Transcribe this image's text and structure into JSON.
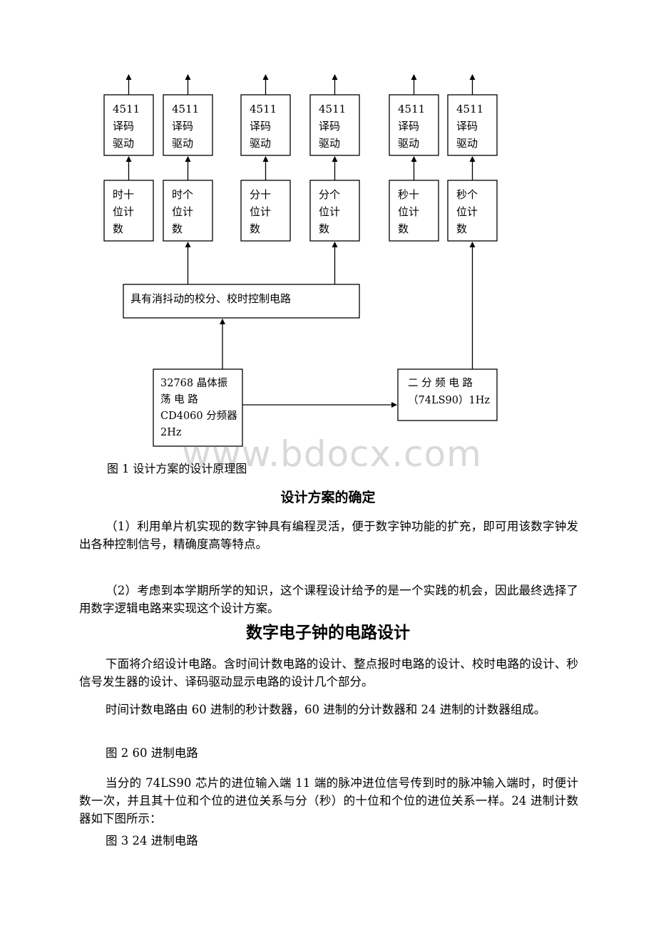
{
  "diagram": {
    "decoders": [
      {
        "label": [
          "4511",
          "译码",
          "驱动"
        ]
      },
      {
        "label": [
          "4511",
          "译码",
          "驱动"
        ]
      },
      {
        "label": [
          "4511",
          "译码",
          "驱动"
        ]
      },
      {
        "label": [
          "4511",
          "译码",
          "驱动"
        ]
      },
      {
        "label": [
          "4511",
          "译码",
          "驱动"
        ]
      },
      {
        "label": [
          "4511",
          "译码",
          "驱动"
        ]
      }
    ],
    "counters": [
      {
        "label": [
          "时十",
          "位计",
          "数"
        ]
      },
      {
        "label": [
          "时个",
          "位计",
          "数"
        ]
      },
      {
        "label": [
          "分十",
          "位计",
          "数"
        ]
      },
      {
        "label": [
          "分个",
          "位计",
          "数"
        ]
      },
      {
        "label": [
          "秒十",
          "位计",
          "数"
        ]
      },
      {
        "label": [
          "秒个",
          "位计",
          "数"
        ]
      }
    ],
    "control_label": "具有消抖动的校分、校时控制电路",
    "oscillator_label": [
      "32768 晶体振",
      "荡 电 路",
      "CD4060 分频器",
      "2Hz"
    ],
    "divider_label": [
      "二 分 频 电 路",
      "（74LS90）1Hz"
    ]
  },
  "watermark": "www.bdocx.com",
  "figure1_caption": "图 1 设计方案的设计原理图",
  "section1": {
    "title": "设计方案的确定",
    "p1": "（1）利用单片机实现的数字钟具有编程灵活，便于数字钟功能的扩充，即可用该数字钟发出各种控制信号，精确度高等特点。",
    "p2": "（2）考虑到本学期所学的知识，这个课程设计给予的是一个实践的机会，因此最终选择了用数字逻辑电路来实现这个设计方案。"
  },
  "section2": {
    "title": "数字电子钟的电路设计",
    "p1": "下面将介绍设计电路。含时间计数电路的设计、整点报时电路的设计、校时电路的设计、秒信号发生器的设计、译码驱动显示电路的设计几个部分。",
    "p2": "时间计数电路由 60 进制的秒计数器，60 进制的分计数器和 24 进制的计数器组成。",
    "fig2": "图 2 60 进制电路",
    "p3": "当分的 74LS90 芯片的进位输入端 11 端的脉冲进位信号传到时的脉冲输入端时，时便计数一次，并且其十位和个位的进位关系与分（秒）的十位和个位的进位关系一样。24 进制计数器如下图所示：",
    "fig3": "图 3 24 进制电路"
  }
}
